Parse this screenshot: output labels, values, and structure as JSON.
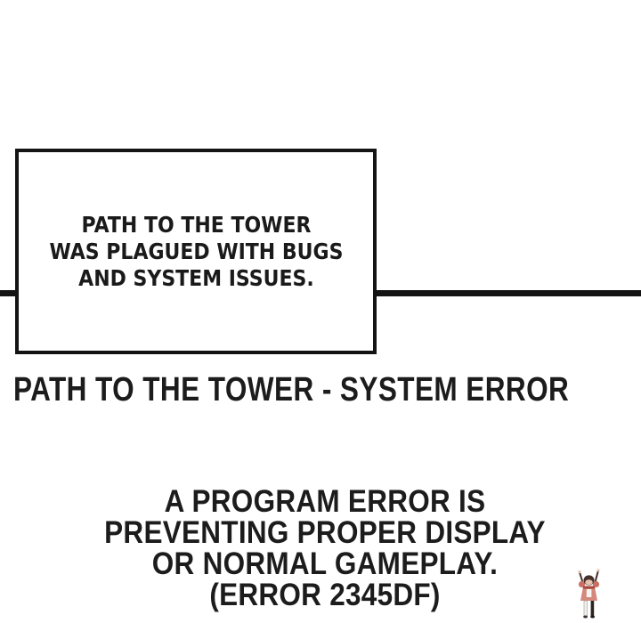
{
  "panel": {
    "background_color": "#ffffff",
    "ink_color": "#141414",
    "speech_bubble": {
      "lines": [
        "PATH TO THE TOWER",
        "WAS PLAGUED WITH BUGS",
        "AND SYSTEM ISSUES."
      ]
    },
    "title": "PATH TO THE TOWER - SYSTEM ERROR",
    "error_message": {
      "lines": [
        "A PROGRAM ERROR IS",
        "PREVENTING PROPER DISPLAY",
        "OR NORMAL GAMEPLAY.",
        "(ERROR 2345DF)"
      ],
      "error_code": "2345DF"
    },
    "sprite": {
      "name": "chibi-character-cheering",
      "colors": {
        "outfit": "#d4897c",
        "sash": "#a8453c",
        "hair": "#46302a",
        "skin": "#e8c4ae",
        "leg_dark": "#2a2422",
        "leg_light": "#f3efec"
      }
    }
  }
}
